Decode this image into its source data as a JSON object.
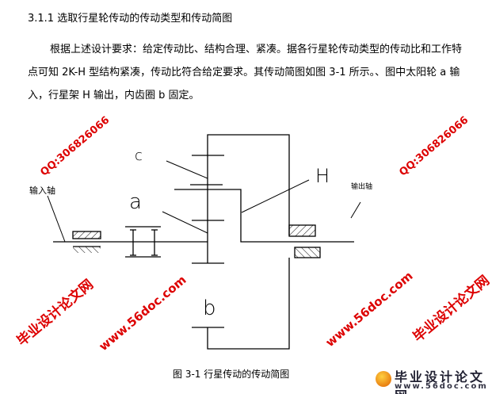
{
  "section_heading": "3.1.1 选取行星轮传动的传动类型和传动简图",
  "paragraph": "根据上述设计要求：给定传动比、结构合理、紧凑。据各行星轮传动类型的传动比和工作特点可知 2K-H 型结构紧凑，传动比符合给定要求。其传动简图如图 3-1 所示。、图中太阳轮 a 输入，行星架 H 输出，内齿圈 b 固定。",
  "figure": {
    "labels": {
      "input_shaft": "输入轴",
      "output_shaft": "输出轴",
      "sun": "a",
      "ring": "b",
      "carrier": "H",
      "planet": "c"
    },
    "caption": "图 3-1 行星传动的传动简图"
  },
  "watermarks": {
    "site_cn": "毕业设计论文网",
    "url": "www.56doc.com",
    "qq": "QQ:306826066"
  },
  "logo": {
    "name": "毕业设计论文网",
    "url": "www.56doc.com"
  }
}
